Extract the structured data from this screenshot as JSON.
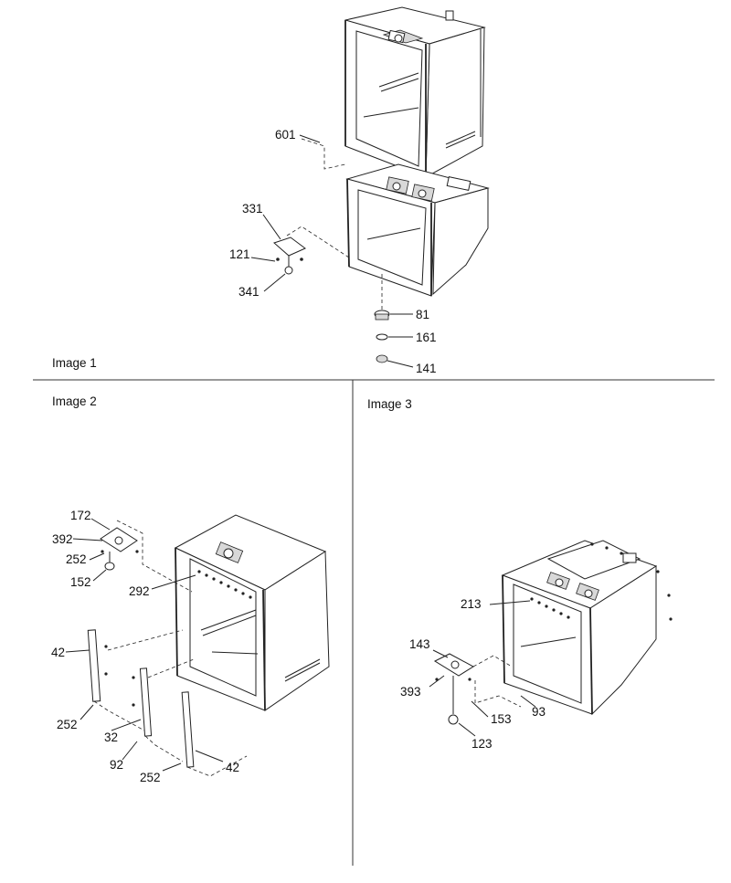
{
  "sections": {
    "image1": {
      "title": "Image 1"
    },
    "image2": {
      "title": "Image 2"
    },
    "image3": {
      "title": "Image 3"
    }
  },
  "callouts": {
    "image1": [
      "601",
      "331",
      "121",
      "341",
      "81",
      "161",
      "141"
    ],
    "image2": [
      "172",
      "392",
      "252",
      "152",
      "292",
      "42",
      "252",
      "32",
      "92",
      "252",
      "42"
    ],
    "image3": [
      "213",
      "143",
      "393",
      "153",
      "93",
      "123"
    ]
  }
}
